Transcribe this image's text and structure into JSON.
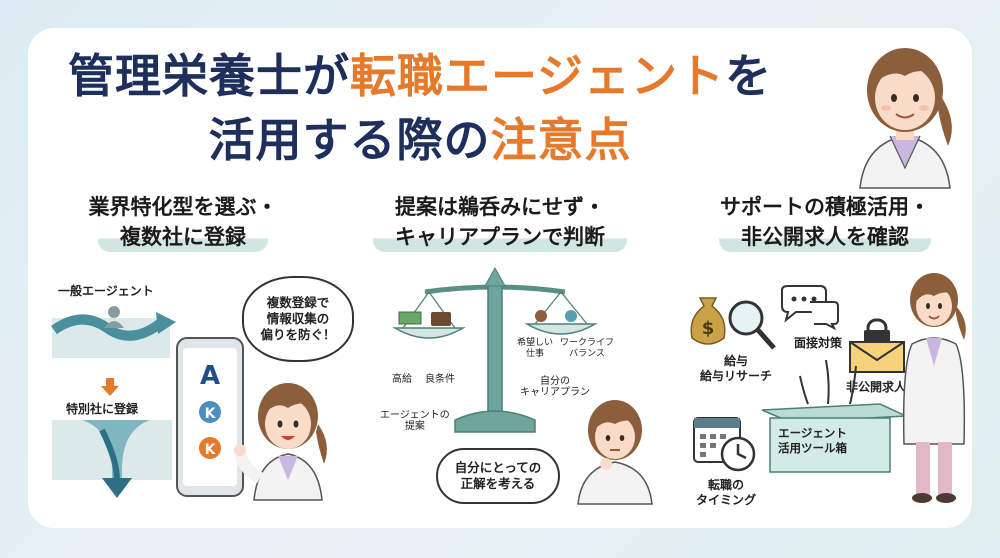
{
  "title": {
    "line1_prefix": "管理栄養士が",
    "line1_accent": "転職エージェント",
    "line1_suffix": "を",
    "line2_prefix": "活用する際の",
    "line2_accent": "注意点"
  },
  "columns": [
    {
      "heading_line1": "業界特化型を選ぶ・",
      "heading_line2": "複数社に登録",
      "general_agent_label": "一般エージェント",
      "special_label": "特別社に登録",
      "bubble_text": "複数登録で\n情報収集の\n偏りを防ぐ！"
    },
    {
      "heading_line1": "提案は鵜呑みにせず・",
      "heading_line2": "キャリアプランで判断",
      "left_pan_labels": [
        "高給",
        "良条件"
      ],
      "left_caption": "エージェントの\n提案",
      "right_pan_labels": [
        "希望しい\n仕事",
        "ワークライフ\nバランス"
      ],
      "right_caption": "自分の\nキャリアプラン",
      "bubble_text": "自分にとっての\n正解を考える"
    },
    {
      "heading_line1": "サポートの積極活用・",
      "heading_line2": "非公開求人を確認",
      "salary_label": "給与\n給与リサーチ",
      "interview_label": "面接対策",
      "private_label": "非公開求人",
      "box_label": "エージェント\n活用ツール箱",
      "timing_label": "転職の\nタイミング"
    }
  ],
  "colors": {
    "navy": "#1f2f5c",
    "orange": "#e57a2c",
    "teal": "#5a9a94",
    "highlight": "#cfe6e1"
  }
}
